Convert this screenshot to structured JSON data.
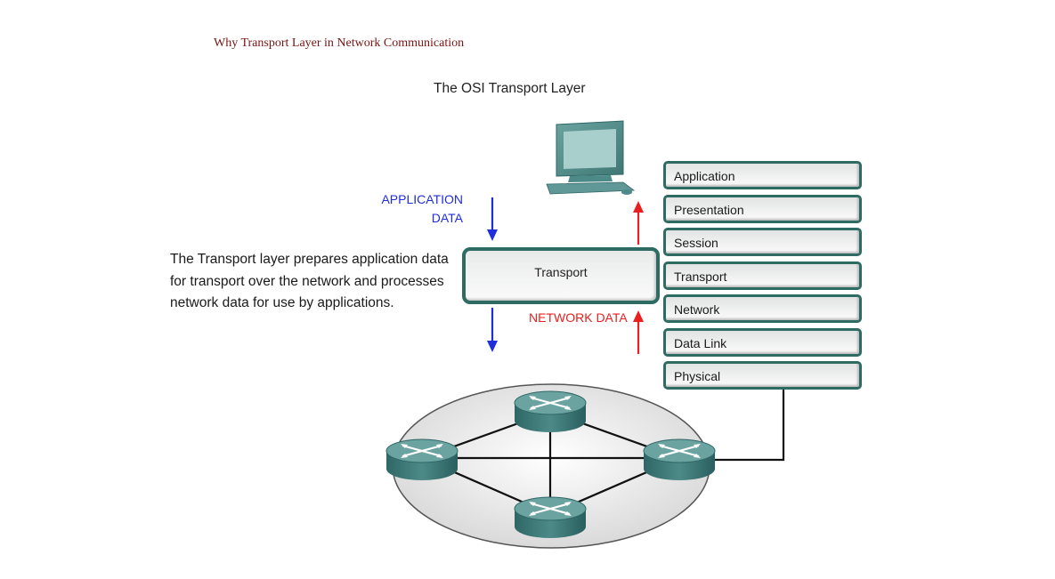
{
  "page_heading": "Why Transport Layer in Network Communication",
  "figure_title": "The OSI Transport Layer",
  "description": "The Transport layer prepares application data for transport over the network and processes network data for use by applications.",
  "labels": {
    "application_data_line1": "APPLICATION",
    "application_data_line2": "DATA",
    "network_data": "NETWORK DATA",
    "transport_box": "Transport"
  },
  "osi_layers": [
    "Application",
    "Presentation",
    "Session",
    "Transport",
    "Network",
    "Data Link",
    "Physical"
  ],
  "colors": {
    "heading": "#7a1414",
    "application_data": "#1f2ddb",
    "network_data": "#e8201f",
    "layer_border": "#2e6b62",
    "router": "#3f7d7c"
  },
  "icons": [
    "computer-icon",
    "router-icon",
    "arrow-down-icon",
    "arrow-up-icon"
  ]
}
